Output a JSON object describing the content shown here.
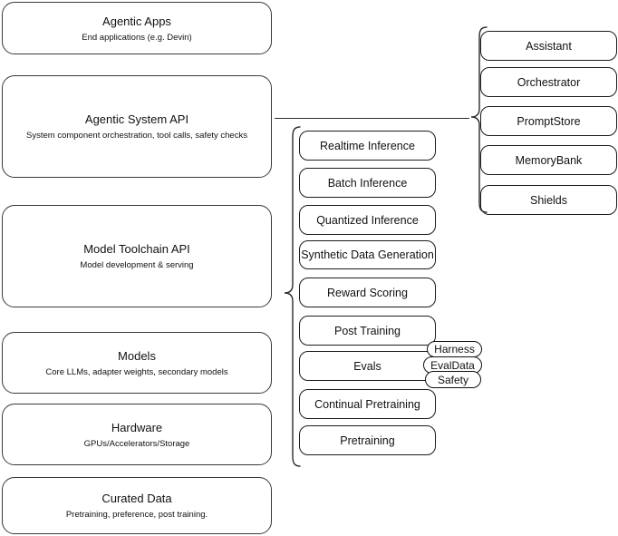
{
  "diagram": {
    "title_semantic": "llama-stack-architecture-layers",
    "left_stack": [
      {
        "id": "agentic-apps",
        "title": "Agentic Apps",
        "sub": "End applications (e.g. Devin)"
      },
      {
        "id": "agentic-system-api",
        "title": "Agentic System API",
        "sub": "System component orchestration, tool calls, safety checks"
      },
      {
        "id": "model-toolchain-api",
        "title": "Model Toolchain API",
        "sub": "Model development & serving"
      },
      {
        "id": "models",
        "title": "Models",
        "sub": "Core LLMs, adapter weights, secondary models"
      },
      {
        "id": "hardware",
        "title": "Hardware",
        "sub": "GPUs/Accelerators/Storage"
      },
      {
        "id": "curated-data",
        "title": "Curated Data",
        "sub": "Pretraining, preference, post training."
      }
    ],
    "toolchain_items": [
      {
        "id": "realtime-inference",
        "label": "Realtime Inference"
      },
      {
        "id": "batch-inference",
        "label": "Batch Inference"
      },
      {
        "id": "quantized-inference",
        "label": "Quantized Inference"
      },
      {
        "id": "synthetic-data-generation",
        "label": "Synthetic Data Generation"
      },
      {
        "id": "reward-scoring",
        "label": "Reward Scoring"
      },
      {
        "id": "post-training",
        "label": "Post Training"
      },
      {
        "id": "evals",
        "label": "Evals"
      },
      {
        "id": "continual-pretraining",
        "label": "Continual Pretraining"
      },
      {
        "id": "pretraining",
        "label": "Pretraining"
      }
    ],
    "evals_tags": [
      {
        "id": "harness",
        "label": "Harness"
      },
      {
        "id": "evaldata",
        "label": "EvalData"
      },
      {
        "id": "safety",
        "label": "Safety"
      }
    ],
    "agentic_items": [
      {
        "id": "assistant",
        "label": "Assistant"
      },
      {
        "id": "orchestrator",
        "label": "Orchestrator"
      },
      {
        "id": "promptstore",
        "label": "PromptStore"
      },
      {
        "id": "memorybank",
        "label": "MemoryBank"
      },
      {
        "id": "shields",
        "label": "Shields"
      }
    ],
    "colors": {
      "stroke_soft": "#3a3a3a",
      "stroke_hard": "#1b1b1b",
      "background": "#ffffff",
      "text": "#111111"
    }
  }
}
